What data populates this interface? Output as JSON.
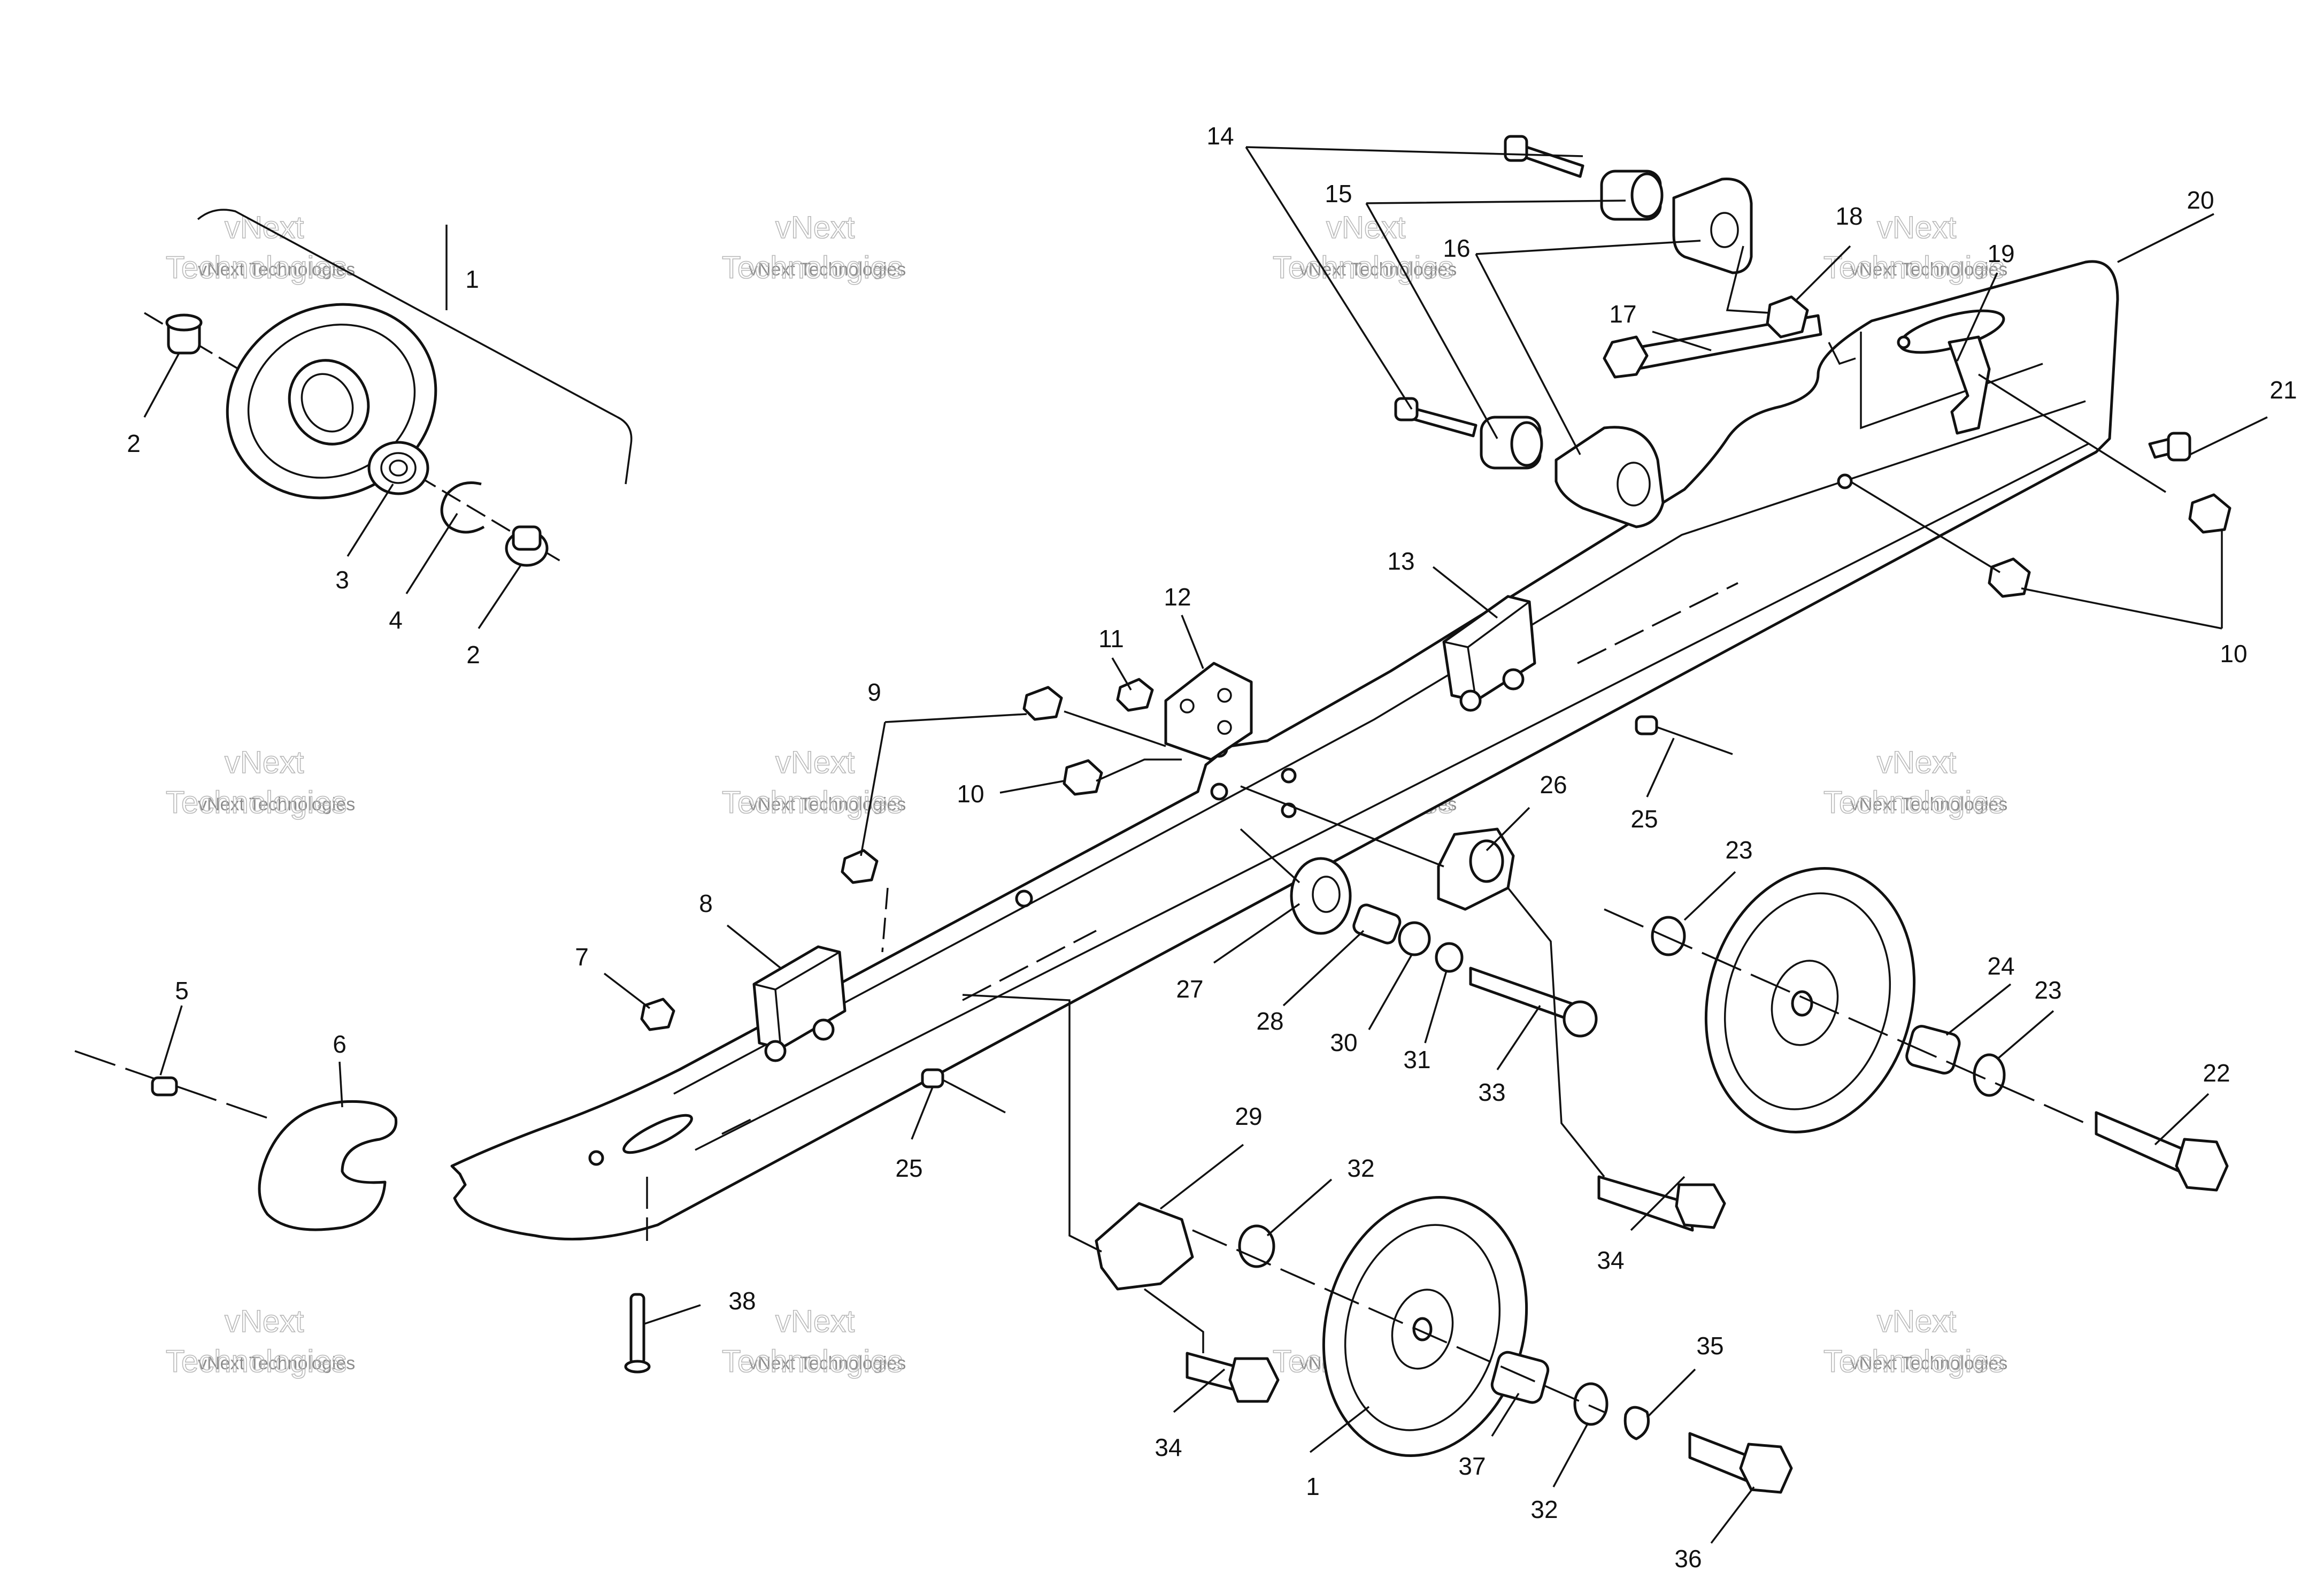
{
  "diagram": {
    "callouts": [
      "1",
      "2",
      "3",
      "4",
      "2",
      "14",
      "15",
      "16",
      "17",
      "18",
      "19",
      "20",
      "21",
      "10",
      "13",
      "12",
      "11",
      "9",
      "10",
      "25",
      "26",
      "23",
      "24",
      "23",
      "22",
      "8",
      "7",
      "5",
      "6",
      "25",
      "27",
      "28",
      "30",
      "31",
      "33",
      "34",
      "29",
      "32",
      "1",
      "34",
      "37",
      "32",
      "35",
      "36",
      "38"
    ],
    "watermark": {
      "line1": "vNext",
      "line2": "Technologies",
      "small": "vNext Technologies"
    },
    "colors": {
      "line": "#111111",
      "background": "#ffffff",
      "watermark": "#8c8c8c"
    }
  }
}
